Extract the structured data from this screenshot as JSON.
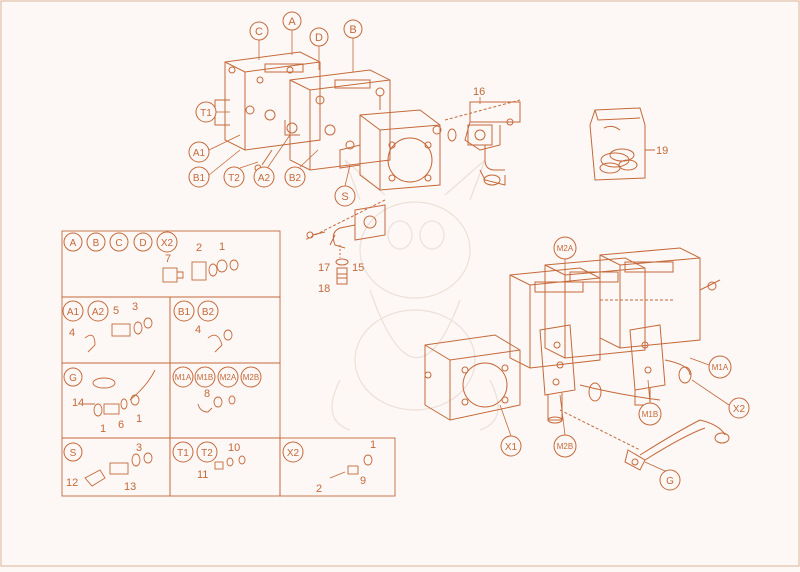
{
  "colors": {
    "line": "#c4693a",
    "bg": "#fdf8f5",
    "faint": "#e3cfc4",
    "border": "#d9b49c"
  },
  "callouts": {
    "top": [
      "C",
      "A",
      "D",
      "B",
      "T1",
      "A1",
      "B1",
      "T2",
      "A2",
      "B2",
      "S"
    ],
    "right": [
      "M2A",
      "M1A",
      "X2",
      "M1B",
      "X1",
      "M2B",
      "G"
    ]
  },
  "part_numbers": {
    "p16": "16",
    "p19": "19",
    "p17": "17",
    "p15": "15",
    "p18": "18"
  },
  "kit_bag_label": "",
  "table": {
    "row1": {
      "headers": [
        "A",
        "B",
        "C",
        "D",
        "X2"
      ],
      "parts": [
        "7",
        "2",
        "1"
      ]
    },
    "row2a": {
      "headers": [
        "A1",
        "A2"
      ],
      "parts": [
        "5",
        "3",
        "4"
      ]
    },
    "row2b": {
      "headers": [
        "B1",
        "B2"
      ],
      "parts": [
        "4"
      ]
    },
    "row3a": {
      "headers": [
        "G"
      ],
      "parts": [
        "14",
        "1",
        "6",
        "1"
      ]
    },
    "row3b": {
      "headers": [
        "M1A",
        "M1B",
        "M2A",
        "M2B"
      ],
      "parts": [
        "8"
      ]
    },
    "row4a": {
      "headers": [
        "S"
      ],
      "parts": [
        "3",
        "12",
        "13"
      ]
    },
    "row4b": {
      "headers": [
        "T1",
        "T2"
      ],
      "parts": [
        "10",
        "11"
      ]
    },
    "row4c": {
      "headers": [
        "X2"
      ],
      "parts": [
        "1",
        "2",
        "9"
      ]
    }
  }
}
